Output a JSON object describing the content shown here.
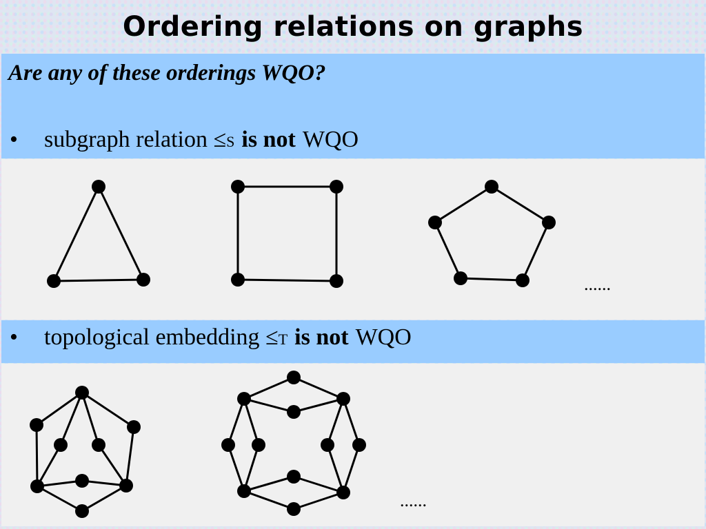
{
  "slide": {
    "title": "Ordering relations on graphs",
    "question": "Are any of these orderings WQO?",
    "bullet_char": "•",
    "bullet1": {
      "prefix": "subgraph relation ≤",
      "subscript": "S",
      "bold": "is not",
      "suffix": "WQO"
    },
    "bullet2": {
      "prefix": "topological embedding ≤",
      "subscript": "T",
      "bold": "is not",
      "suffix": "WQO"
    },
    "ellipsis1": "......",
    "ellipsis2": "......"
  }
}
